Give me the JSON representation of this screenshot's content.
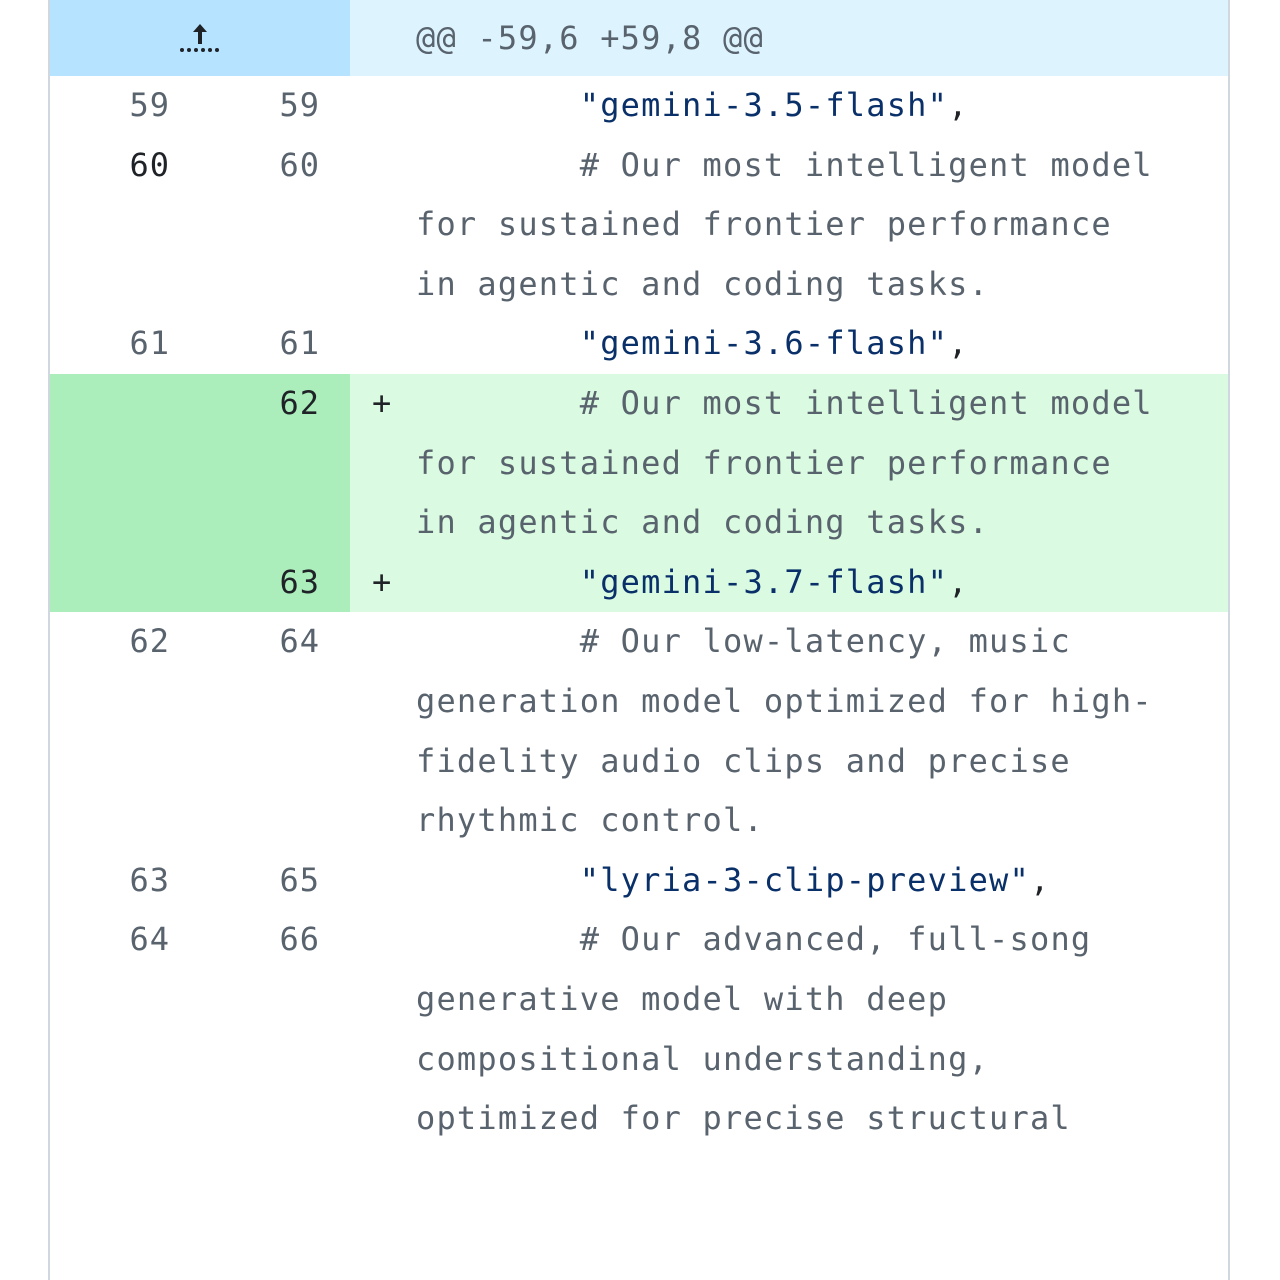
{
  "hunk": {
    "header": "@@ -59,6 +59,8 @@",
    "expand_icon": "expand-up-icon"
  },
  "colors": {
    "hunk_gutter": "#b6e3ff",
    "hunk_bg": "#ddf4ff",
    "add_gutter": "#aceebb",
    "add_bg": "#dafbe1",
    "string": "#0a3069"
  },
  "lines": [
    {
      "old": "59",
      "new": "59",
      "marker": "",
      "indent": "        ",
      "text": "\"gemini-3.5-flash\"",
      "suffix": ",",
      "type": "string"
    },
    {
      "old": "60",
      "new": "60",
      "marker": "",
      "indent": "        ",
      "text": "# Our most intelligent model for sustained frontier performance in agentic and coding tasks.",
      "suffix": "",
      "type": "comment"
    },
    {
      "old": "61",
      "new": "61",
      "marker": "",
      "indent": "        ",
      "text": "\"gemini-3.6-flash\"",
      "suffix": ",",
      "type": "string"
    },
    {
      "old": "",
      "new": "62",
      "marker": "+",
      "indent": "        ",
      "text": "# Our most intelligent model for sustained frontier performance in agentic and coding tasks.",
      "suffix": "",
      "type": "comment"
    },
    {
      "old": "",
      "new": "63",
      "marker": "+",
      "indent": "        ",
      "text": "\"gemini-3.7-flash\"",
      "suffix": ",",
      "type": "string"
    },
    {
      "old": "62",
      "new": "64",
      "marker": "",
      "indent": "        ",
      "text": "# Our low-latency, music generation model optimized for high-fidelity audio clips and precise rhythmic control.",
      "suffix": "",
      "type": "comment"
    },
    {
      "old": "63",
      "new": "65",
      "marker": "",
      "indent": "        ",
      "text": "\"lyria-3-clip-preview\"",
      "suffix": ",",
      "type": "string"
    },
    {
      "old": "64",
      "new": "66",
      "marker": "",
      "indent": "        ",
      "text": "# Our advanced, full-song generative model with deep compositional understanding, optimized for precise structural",
      "suffix": "",
      "type": "comment"
    }
  ]
}
